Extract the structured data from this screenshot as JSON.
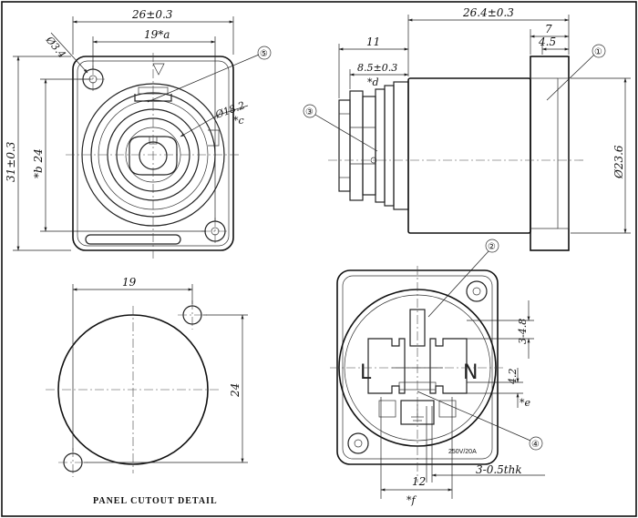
{
  "dimensions": {
    "width_26": "26±0.3",
    "a_19": "19*a",
    "dia_3_4": "Ø3.4",
    "h_31": "31±0.3",
    "b_24": "*b 24",
    "dia_18_2": "Ø18.2",
    "c_mark": "*c",
    "depth_26_4": "26.4±0.3",
    "d_11": "11",
    "d_7": "7",
    "d_4_5": "4.5",
    "d_8_5": "8.5±0.3",
    "d_mark": "*d",
    "dia_23_6": "Ø23.6",
    "cut_19": "19",
    "cut_24": "24",
    "w_3_4_8": "3-4.8",
    "w_4_2": "4.2",
    "e_mark": "*e",
    "w_12": "12",
    "f_mark": "*f",
    "thk": "3-0.5thk"
  },
  "callouts": {
    "c1": "①",
    "c2": "②",
    "c3": "③",
    "c4": "④",
    "c5": "⑤"
  },
  "labels": {
    "panel_cutout": "PANEL CUTOUT DETAIL",
    "rating": "250V/20A",
    "pin_l": "L",
    "pin_n": "N"
  }
}
